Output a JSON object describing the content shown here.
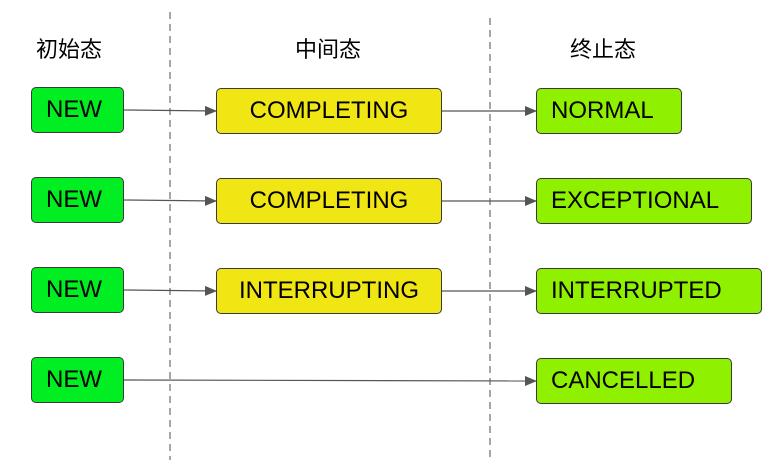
{
  "headers": {
    "initial": "初始态",
    "intermediate": "中间态",
    "final": "终止态"
  },
  "rows": [
    {
      "start": "NEW",
      "middle": "COMPLETING",
      "end": "NORMAL"
    },
    {
      "start": "NEW",
      "middle": "COMPLETING",
      "end": "EXCEPTIONAL"
    },
    {
      "start": "NEW",
      "middle": "INTERRUPTING",
      "end": "INTERRUPTED"
    },
    {
      "start": "NEW",
      "middle": null,
      "end": "CANCELLED"
    }
  ],
  "colors": {
    "initial_fill": "#00ee22",
    "intermediate_fill": "#f0e614",
    "final_fill": "#8ff000",
    "arrow": "#555555",
    "divider": "#888888"
  }
}
